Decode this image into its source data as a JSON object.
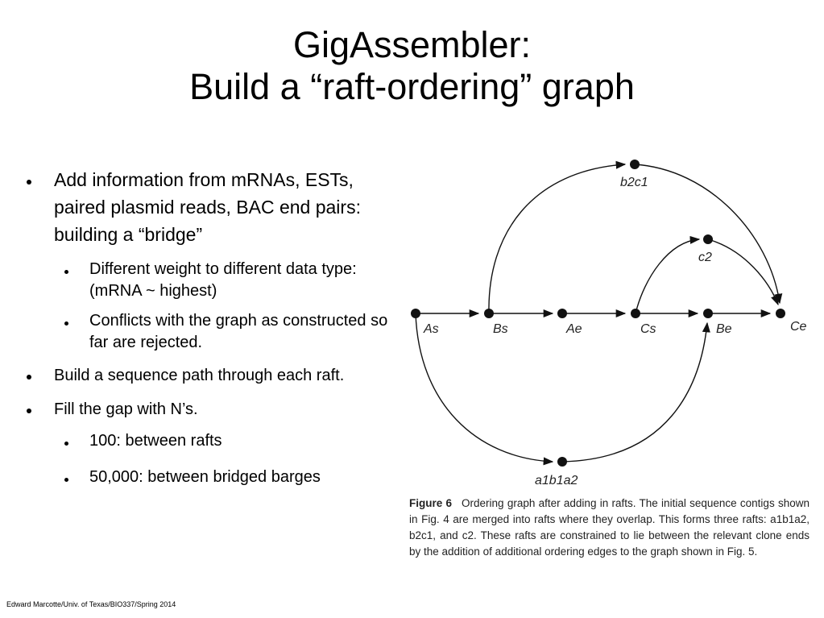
{
  "title": {
    "line1": "GigAssembler:",
    "line2": "Build a “raft-ordering” graph"
  },
  "bullets": [
    {
      "level": 1,
      "text": "Add information from mRNAs, ESTs, paired plasmid reads, BAC end pairs: building a “bridge”"
    },
    {
      "level": 2,
      "text": "Different weight to different data type: (mRNA ~ highest)"
    },
    {
      "level": 2,
      "text": "Conflicts with the graph as constructed so far are rejected."
    },
    {
      "level": 1,
      "text": "Build a sequence path through each raft."
    },
    {
      "level": 1,
      "text": "Fill the gap with N’s."
    },
    {
      "level": 2,
      "text": "100: between rafts"
    },
    {
      "level": 2,
      "text": "50,000: between bridged barges"
    }
  ],
  "diagram": {
    "nodes": {
      "As": "As",
      "Bs": "Bs",
      "Ae": "Ae",
      "Cs": "Cs",
      "Be": "Be",
      "Ce": "Ce",
      "b2c1": "b2c1",
      "c2": "c2",
      "a1b1a2": "a1b1a2"
    }
  },
  "caption": {
    "label": "Figure 6",
    "text": "Ordering graph after adding in rafts. The initial sequence contigs shown in Fig. 4 are merged into rafts where they overlap. This forms three rafts: a1b1a2, b2c1, and c2. These rafts are constrained to lie between the relevant clone ends by the addition of additional ordering edges to the graph shown in Fig. 5."
  },
  "footer": "Edward Marcotte/Univ. of Texas/BIO337/Spring 2014"
}
